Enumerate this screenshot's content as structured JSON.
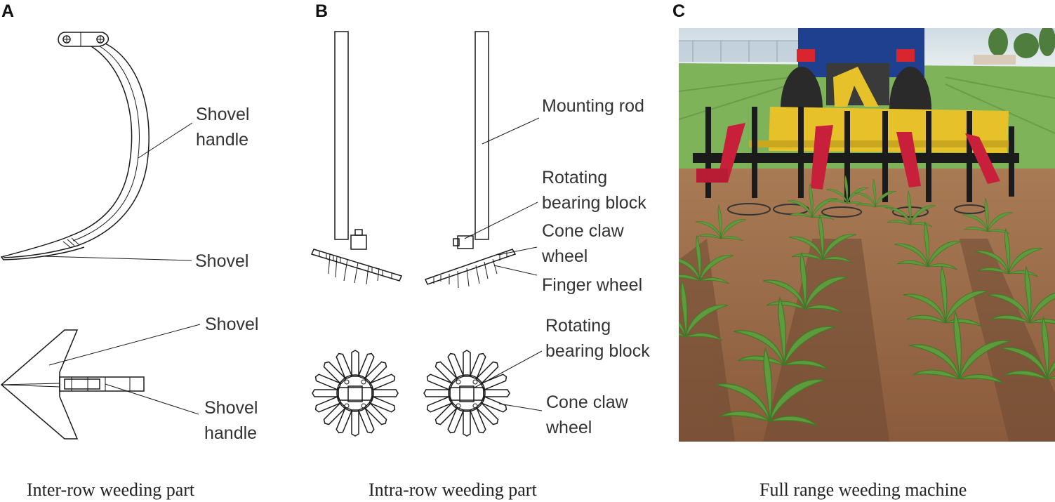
{
  "panels": {
    "a": {
      "letter": "A",
      "caption": "Inter-row weeding part",
      "side_labels": {
        "shovel_handle": [
          "Shovel",
          "handle"
        ],
        "shovel": "Shovel"
      },
      "top_labels": {
        "shovel": "Shovel",
        "shovel_handle": [
          "Shovel",
          "handle"
        ]
      }
    },
    "b": {
      "letter": "B",
      "caption": "Intra-row weeding part",
      "side_labels": {
        "mounting_rod": "Mounting rod",
        "rotating_bearing_block": [
          "Rotating",
          "bearing block"
        ],
        "cone_claw_wheel": [
          "Cone claw",
          "wheel"
        ],
        "finger_wheel": "Finger wheel"
      },
      "top_labels": {
        "rotating_bearing_block": [
          "Rotating",
          "bearing block"
        ],
        "cone_claw_wheel": [
          "Cone claw",
          "wheel"
        ]
      }
    },
    "c": {
      "letter": "C",
      "caption": "Full range weeding machine"
    }
  },
  "colors": {
    "sky": "#dfe8ee",
    "tractor_blue": "#1f3f8f",
    "frame_yellow": "#e6c12a",
    "arm_red": "#c8203a",
    "soil": "#9a6a48",
    "soil_dark": "#6f4a33",
    "corn_green": "#5f9a3c",
    "field_green": "#7fb35a"
  }
}
